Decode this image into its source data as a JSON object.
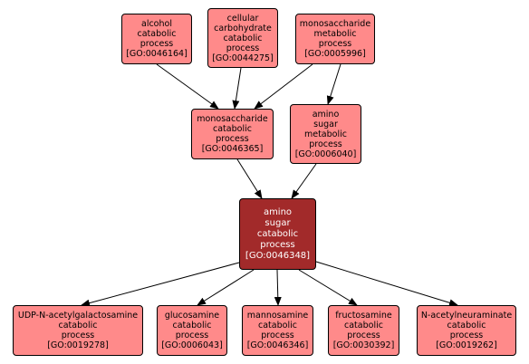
{
  "nodes": {
    "alcohol": "alcohol\ncatabolic\nprocess\n[GO:0046164]",
    "cellular": "cellular\ncarbohydrate\ncatabolic\nprocess\n[GO:0044275]",
    "monometab": "monosaccharide\nmetabolic\nprocess\n[GO:0005996]",
    "monocat": "monosaccharide\ncatabolic\nprocess\n[GO:0046365]",
    "aminometab": "amino\nsugar\nmetabolic\nprocess\n[GO:0006040]",
    "aminocat": "amino\nsugar\ncatabolic\nprocess\n[GO:0046348]",
    "udp": "UDP-N-acetylgalactosamine\ncatabolic\nprocess\n[GO:0019278]",
    "glucos": "glucosamine\ncatabolic\nprocess\n[GO:0006043]",
    "mannos": "mannosamine\ncatabolic\nprocess\n[GO:0046346]",
    "fructos": "fructosamine\ncatabolic\nprocess\n[GO:0030392]",
    "neuram": "N-acetylneuraminate\ncatabolic\nprocess\n[GO:0019262]"
  },
  "colors": {
    "node_fill": "#ff8a8a",
    "focus_fill": "#a22a2a",
    "edge": "#000000"
  }
}
